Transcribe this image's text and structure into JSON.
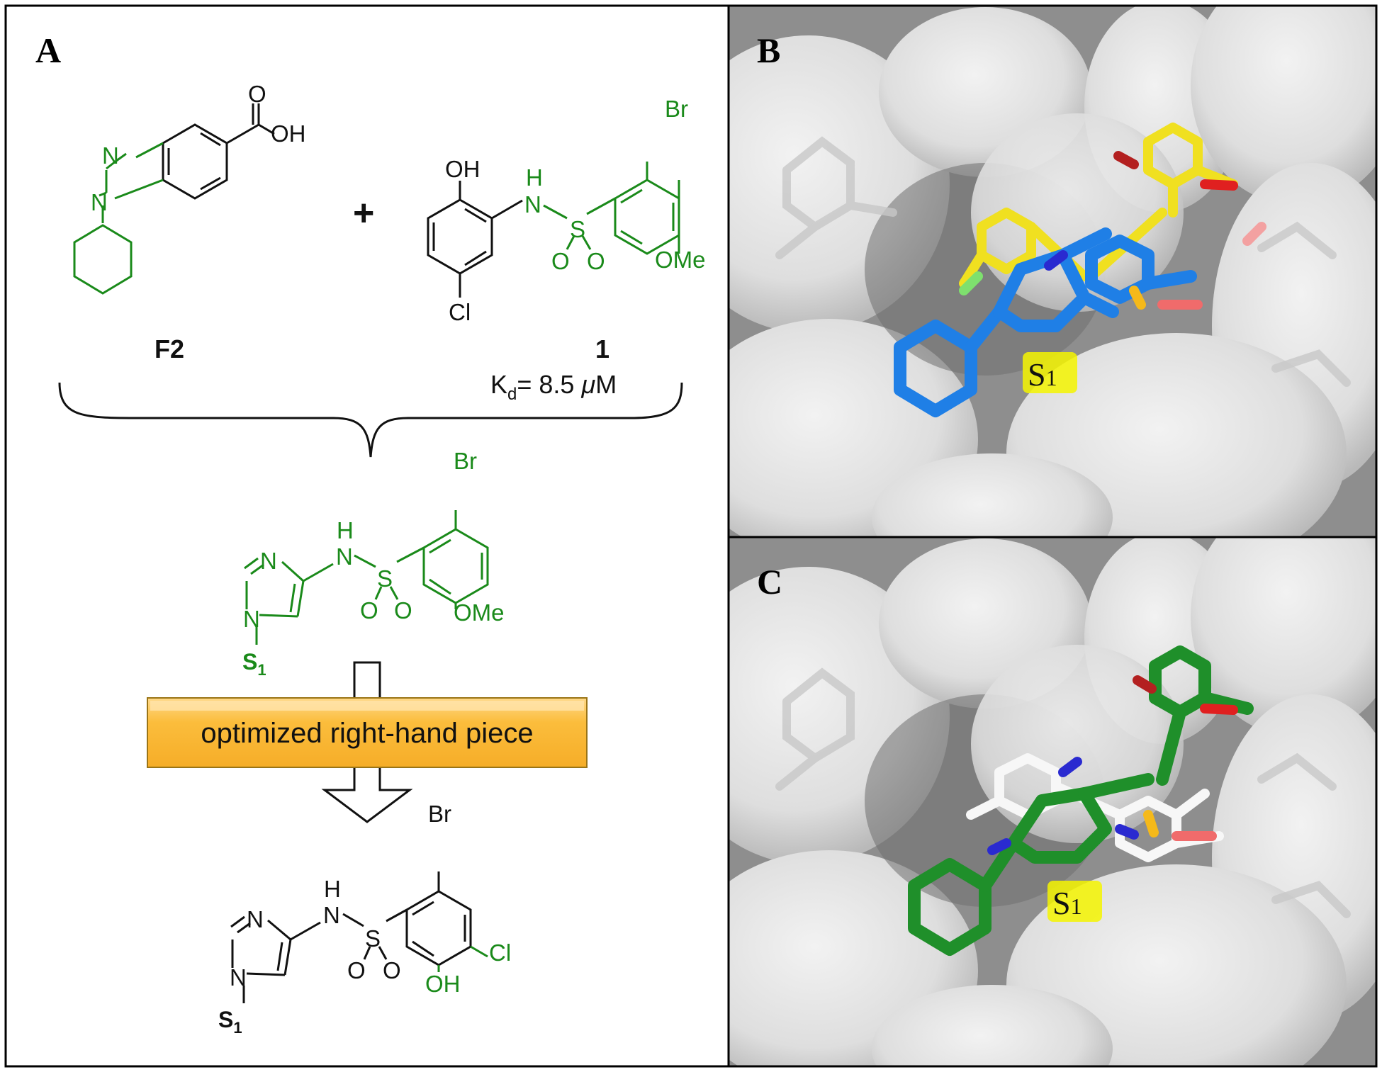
{
  "panels": {
    "a": "A",
    "b": "B",
    "c": "C"
  },
  "colors": {
    "fragment": "#1a8a1a",
    "box": "#fbbd3c",
    "ligand_b_blue": "#1f7fe6",
    "ligand_b_yellow": "#f0e020",
    "ligand_c_green": "#1f8f2a",
    "surface": "#d9d9d9"
  },
  "panel_a": {
    "compound_f2": {
      "name": "F2",
      "n_top": "N",
      "n_ring": "N",
      "o_top": "O",
      "oh": "OH"
    },
    "plus": "+",
    "compound_1": {
      "name": "1",
      "oh": "OH",
      "nh_h": "H",
      "nh_n": "N",
      "s": "S",
      "o_left": "O",
      "o_right": "O",
      "br": "Br",
      "ome": "OMe",
      "cl": "Cl",
      "kd_k": "K",
      "kd_sub": "d",
      "kd_rest": "= 8.5 ",
      "kd_mu": "μ",
      "kd_unit": "M"
    },
    "hybrid": {
      "n_top": "N",
      "n_ring": "N",
      "nh_h": "H",
      "nh_n": "N",
      "s": "S",
      "o_left": "O",
      "o_right": "O",
      "br": "Br",
      "ome": "OMe",
      "s1": "S",
      "s1_sub": "1"
    },
    "arrow_label": "optimized right-hand piece",
    "final": {
      "n_top": "N",
      "n_ring": "N",
      "nh_h": "H",
      "nh_n": "N",
      "s": "S",
      "o_left": "O",
      "o_right": "O",
      "br": "Br",
      "cl": "Cl",
      "oh": "OH",
      "s1": "S",
      "s1_sub": "1"
    }
  },
  "panel_b": {
    "site_label": "S",
    "site_sub": "1"
  },
  "panel_c": {
    "site_label": "S",
    "site_sub": "1"
  }
}
